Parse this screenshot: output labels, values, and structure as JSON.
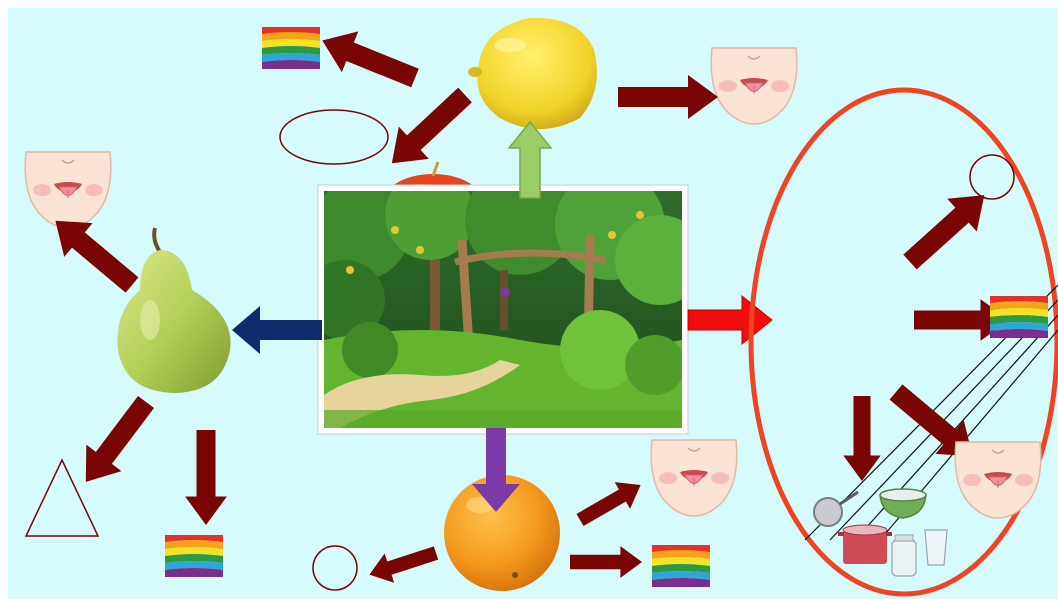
{
  "canvas": {
    "background_color": "#d5fbfc",
    "frame_color": "#ffffff"
  },
  "central_image": {
    "subject": "orchard-scene",
    "border_color": "#ffffff"
  },
  "fruits": [
    {
      "name": "lemon",
      "color": "#f2d22a",
      "outputs": [
        "color-swatch",
        "shape-ellipse",
        "taste-face"
      ]
    },
    {
      "name": "pear",
      "color": "#b4cf5a",
      "outputs": [
        "taste-face",
        "shape-triangle",
        "color-swatch"
      ]
    },
    {
      "name": "orange",
      "color": "#f39a1c",
      "outputs": [
        "taste-face",
        "color-swatch",
        "shape-circle"
      ]
    },
    {
      "name": "apple",
      "color": "#e8451e",
      "outputs": []
    }
  ],
  "arrows": {
    "main_to_lemon_color": "#9bcc66",
    "main_to_pear_color": "#0c2c6e",
    "main_to_orange_color": "#7c3aa8",
    "main_to_group_color": "#f20d0d",
    "branch_color": "#7a0505"
  },
  "group": {
    "outline_color": "#ee4423",
    "items": [
      "shape-circle",
      "color-swatch",
      "taste-face",
      "sieve",
      "bowl",
      "pot",
      "jar",
      "glass"
    ]
  },
  "icons": {
    "color_swatch_stripes": [
      "#e4322a",
      "#f7a21b",
      "#f2e324",
      "#2d9a43",
      "#2da6d8",
      "#7a2f8f"
    ],
    "taste_face": "face-tongue-out-icon"
  }
}
